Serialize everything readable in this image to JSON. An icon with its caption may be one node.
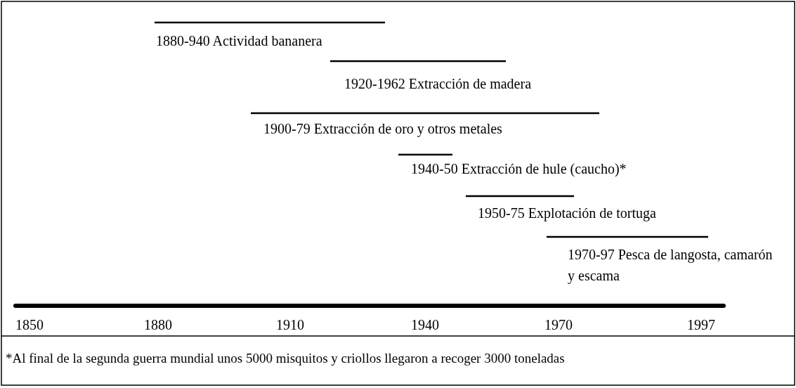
{
  "diagram": {
    "labels": [
      "1880-940 Actividad bananera",
      "1920-1962 Extracción de madera",
      "1900-79 Extracción de oro y otros metales",
      "1940-50 Extracción de hule (caucho)*",
      "1950-75 Explotación de tortuga",
      "1970-97 Pesca de langosta, camarón y escama",
      "1850",
      "1880",
      "1910",
      "1940",
      "1970",
      "1997",
      "*Al final de la segunda guerra mundial unos 5000 misquitos y criollos llegaron a recoger 3000 toneladas"
    ]
  }
}
